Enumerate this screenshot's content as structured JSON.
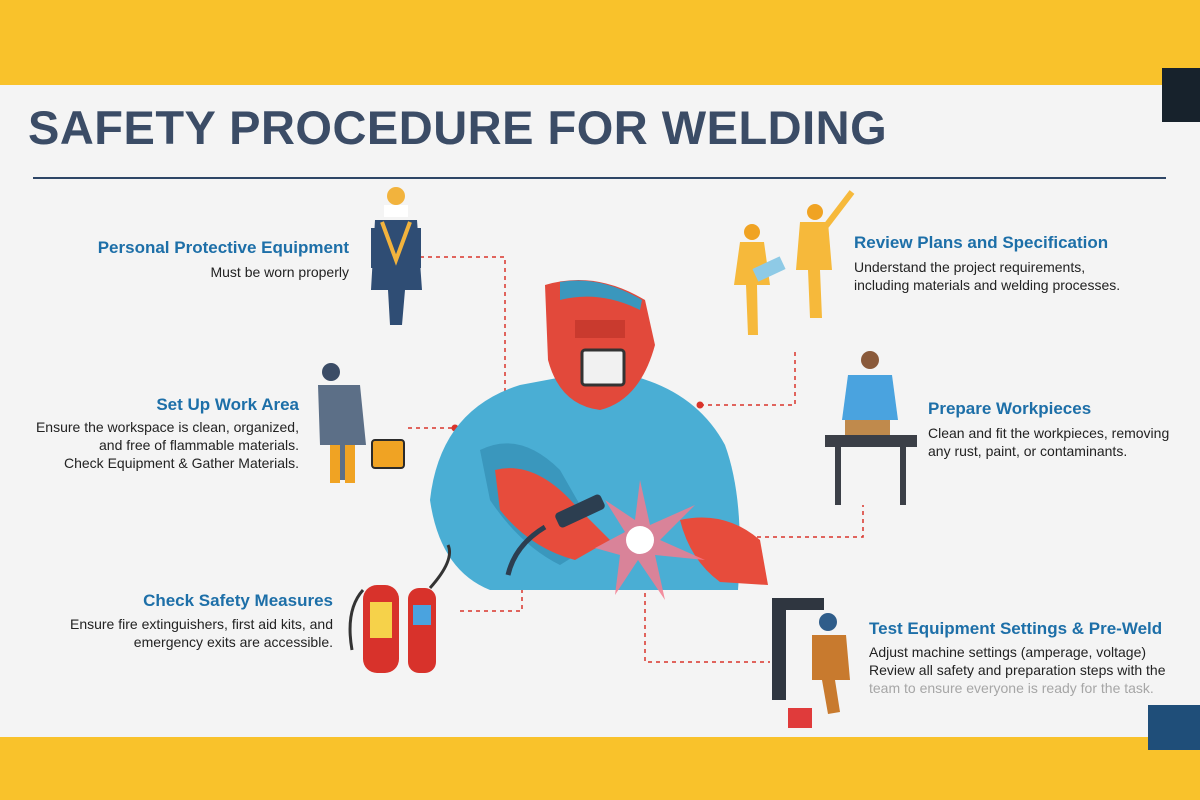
{
  "title": "SAFETY PROCEDURE FOR WELDING",
  "steps": {
    "ppe": {
      "heading": "Personal Protective Equipment",
      "lines": [
        "Must be worn properly"
      ]
    },
    "work_area": {
      "heading": "Set Up Work Area",
      "lines": [
        "Ensure the workspace is clean, organized,",
        "and free of flammable materials.",
        "Check Equipment & Gather Materials."
      ]
    },
    "safety_measures": {
      "heading": "Check Safety Measures",
      "lines": [
        "Ensure fire extinguishers, first aid kits, and",
        "emergency exits are accessible."
      ]
    },
    "review_plans": {
      "heading": "Review Plans and Specification",
      "lines": [
        "Understand the project requirements,",
        "including materials and welding processes."
      ]
    },
    "workpieces": {
      "heading": "Prepare Workpieces",
      "lines": [
        "Clean and fit the workpieces, removing",
        "any rust, paint, or contaminants."
      ]
    },
    "test_equipment": {
      "heading": "Test Equipment Settings & Pre-Weld",
      "lines": [
        "Adjust machine settings (amperage, voltage)",
        "Review all safety and preparation steps with the",
        "team to ensure everyone is ready for the task."
      ]
    }
  },
  "colors": {
    "background": "#f9c22b",
    "panel": "#f4f4f4",
    "title": "#3b4c66",
    "heading": "#1d6fa8",
    "connector": "#d9342b",
    "suit": "#4aaed4",
    "glove": "#e74c3c"
  },
  "icons": [
    "welder-icon",
    "ppe-worker-icon",
    "welder-setup-icon",
    "fire-extinguisher-icon",
    "engineers-plans-icon",
    "workbench-worker-icon",
    "pre-weld-worker-icon"
  ]
}
